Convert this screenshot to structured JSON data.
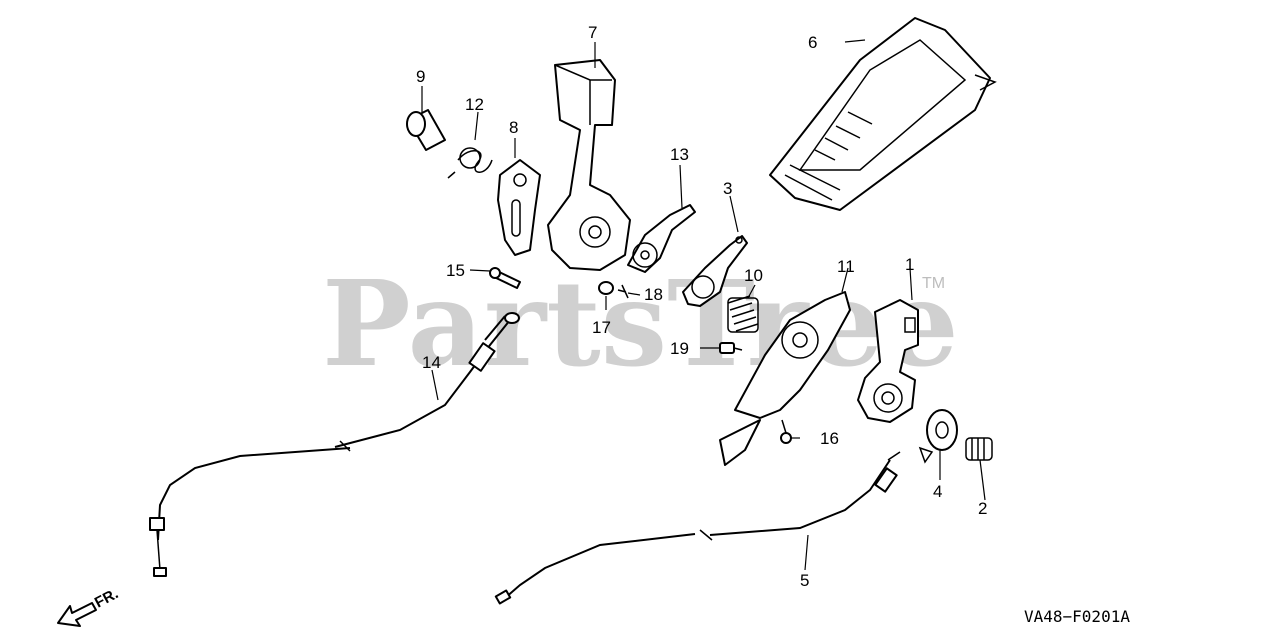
{
  "watermark": {
    "text": "PartsTree",
    "trademark": "TM"
  },
  "figure_code": "VA48−F0201A",
  "direction_label": "FR.",
  "callouts": {
    "c1": "1",
    "c2": "2",
    "c3": "3",
    "c4": "4",
    "c5": "5",
    "c6": "6",
    "c7": "7",
    "c8": "8",
    "c9": "9",
    "c10": "10",
    "c11": "11",
    "c12": "12",
    "c13": "13",
    "c14": "14",
    "c15": "15",
    "c16": "16",
    "c17": "17",
    "c18": "18",
    "c19": "19"
  }
}
